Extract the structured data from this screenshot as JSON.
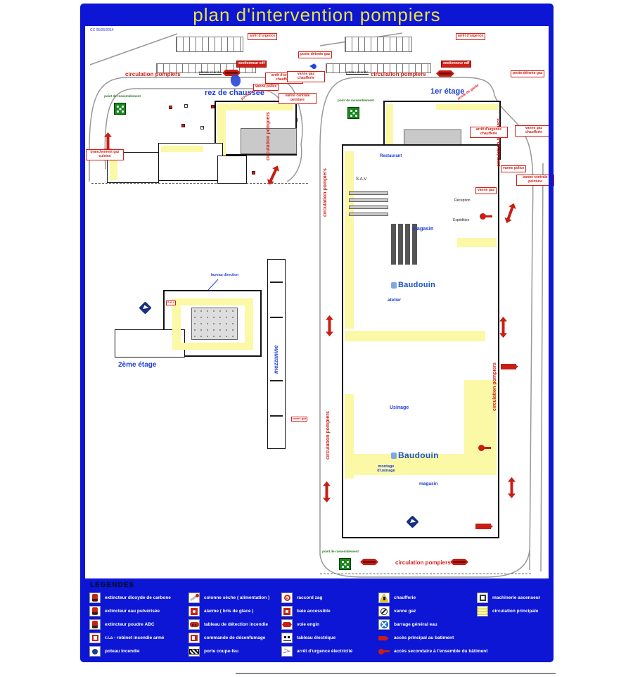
{
  "title": "plan d'intervention pompiers",
  "doc_ref": "CC 05/06/2014",
  "floors": {
    "ground": {
      "name": "rez de chaussée"
    },
    "first": {
      "name": "1er étage"
    },
    "second": {
      "name": "2ème étage"
    },
    "mezzanine": {
      "name": "mezzanine"
    }
  },
  "labels": {
    "circulation": "circulation pompiers",
    "assembly_point": "point de rassemblement",
    "hydrant": "poteau incendie",
    "magasin": "magasin",
    "atelier": "atelier",
    "usinage": "Usinage",
    "montage": "montage d'usinage",
    "restaurant": "Restaurant",
    "sav": "S.A.V",
    "reception": "Réception",
    "expedition": "Expédition",
    "bureau": "bureau direction",
    "brand": "Baudouin"
  },
  "red_tags": {
    "urgence": "arrêt d'urgence",
    "edf": "sectionneur edf",
    "poste_garde": "poste de garde",
    "urgence_chaufferie": "arrêt d'urgence chaufferie",
    "detente_gaz": "poste détente gaz",
    "vanne_police": "vanne police",
    "vanne_gaz_chaufferie": "vanne gaz chaufferie",
    "vanne_peinture": "vanne centrale peinture",
    "gaz_cuisine": "branchement gaz cuisine",
    "vanne_gaz": "vanne gaz"
  },
  "legend": {
    "title": "LEGENDES",
    "columns": [
      {
        "items": [
          {
            "icon": "extinguisher-co2-icon",
            "label": "extincteur dioxyde de carbone"
          },
          {
            "icon": "extinguisher-water-icon",
            "label": "extincteur eau pulvérisée"
          },
          {
            "icon": "extinguisher-powder-icon",
            "label": "extincteur poudre ABC"
          },
          {
            "icon": "ria-icon",
            "label": "r.i.a - robinet incendie armé"
          },
          {
            "icon": "hydrant-post-icon",
            "label": "poteau incendie"
          }
        ]
      },
      {
        "items": [
          {
            "icon": "dry-column-icon",
            "label": "colonne sèche ( alimentation )"
          },
          {
            "icon": "alarm-icon",
            "label": "alarme ( bris de glace )"
          },
          {
            "icon": "detection-panel-icon",
            "label": "tableau de détection incendie"
          },
          {
            "icon": "smoke-control-icon",
            "label": "commande de désenfumage"
          },
          {
            "icon": "fire-door-icon",
            "label": "porte coupe-feu"
          }
        ]
      },
      {
        "items": [
          {
            "icon": "zag-coupling-icon",
            "label": "raccord zag"
          },
          {
            "icon": "accessible-bay-icon",
            "label": "baie accessible"
          },
          {
            "icon": "fire-lane-icon",
            "label": "voie engin"
          },
          {
            "icon": "electrical-panel-icon",
            "label": "tableau électrique"
          },
          {
            "icon": "emergency-stop-icon",
            "label": "arrêt d'urgence électricité"
          }
        ]
      },
      {
        "items": [
          {
            "icon": "boiler-room-icon",
            "label": "chaufferie"
          },
          {
            "icon": "gas-valve-icon",
            "label": "vanne gaz"
          },
          {
            "icon": "water-shutoff-icon",
            "label": "barrage général eau"
          },
          {
            "icon": "main-access-icon",
            "label": "accès principal au batiment"
          },
          {
            "icon": "secondary-access-icon",
            "label": "accès secondaire à l'ensemble du bâtiment"
          }
        ]
      },
      {
        "items": [
          {
            "icon": "elevator-machinery-icon",
            "label": "machinerie ascenseur"
          },
          {
            "icon": "main-circulation-icon",
            "label": "circulation principale"
          }
        ]
      }
    ]
  }
}
